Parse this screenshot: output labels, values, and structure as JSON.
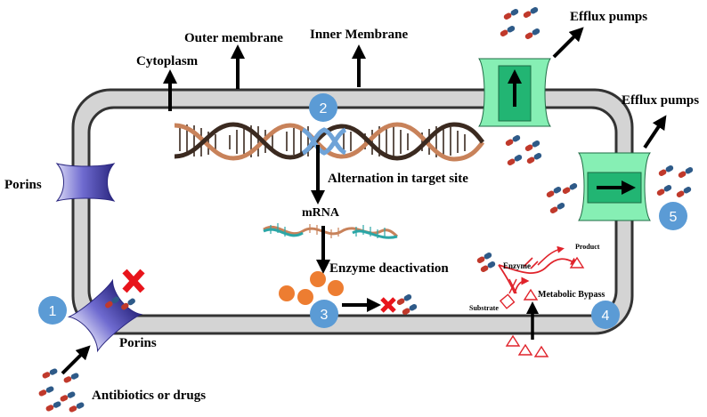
{
  "labels": {
    "outer_membrane": "Outer membrane",
    "inner_membrane": "Inner Membrane",
    "cytoplasm": "Cytoplasm",
    "efflux_pumps_top": "Efflux pumps",
    "efflux_pumps_right": "Efflux pumps",
    "porins_left": "Porins",
    "porins_bottom": "Porins",
    "alternation": "Alternation in target site",
    "mrna": "mRNA",
    "enzyme_deactivation": "Enzyme deactivation",
    "antibiotics": "Antibiotics or drugs",
    "enzyme": "Enzyme",
    "product": "Product",
    "substrate": "Substrate",
    "metabolic_bypass": "Metabolic Bypass"
  },
  "markers": [
    "1",
    "2",
    "3",
    "4",
    "5"
  ],
  "colors": {
    "membrane_fill": "#d4d4d4",
    "membrane_stroke": "#333333",
    "marker": "#5b9bd5",
    "pump": "#86efb4",
    "pump_dark": "#22b573",
    "porin": "#5a56b8",
    "dna_brown": "#c8825a",
    "dna_dark": "#3b2a20",
    "enzyme_orange": "#ed7d31",
    "block_red": "#e8141b",
    "bypass_red": "#e0232b",
    "pill_red": "#c0392b",
    "pill_blue": "#2e5a88"
  },
  "icons": [
    "arrow-up-icon",
    "efflux-pump-icon",
    "porin-icon",
    "dna-helix-icon",
    "mrna-strand-icon",
    "drug-capsule-icon",
    "block-x-icon",
    "enzyme-ball-icon",
    "triangle-molecule-icon"
  ]
}
